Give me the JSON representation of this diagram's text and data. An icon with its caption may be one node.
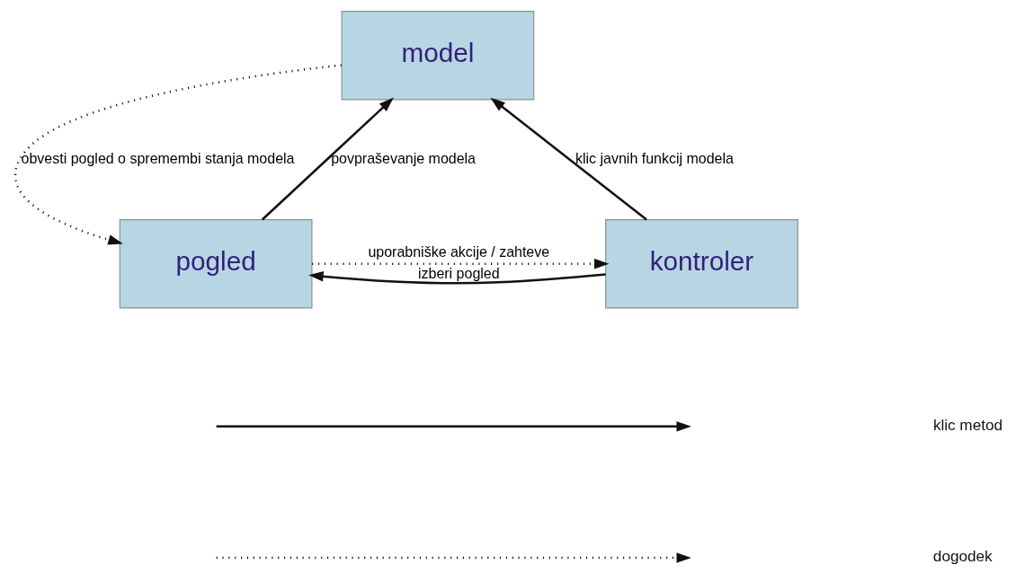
{
  "diagram": {
    "nodes": [
      {
        "text": [
          "model"
        ]
      },
      {
        "text": [
          "pogled"
        ]
      },
      {
        "text": [
          "kontroler"
        ]
      }
    ],
    "edges": [
      {
        "from": 1,
        "to": 0,
        "arrow": "to",
        "label": "povpraševanje modela"
      },
      {
        "from": 0,
        "to": 1,
        "arrow": "to",
        "style": "dashed",
        "label": "obvesti pogled o spremembi stanja modela"
      },
      {
        "from": 2,
        "to": 0,
        "arrow": "to",
        "label": "klic javnih funkcij modela"
      },
      {
        "from": 2,
        "to": 1,
        "arrow": "to",
        "label": "izberi pogled"
      },
      {
        "from": 1,
        "to": 2,
        "arrow": "to",
        "style": "dashed",
        "label": "uporabniške akcije / zahteve"
      }
    ],
    "legend": [
      {
        "text": "klic metod"
      },
      {
        "text": "dogodek"
      }
    ]
  }
}
